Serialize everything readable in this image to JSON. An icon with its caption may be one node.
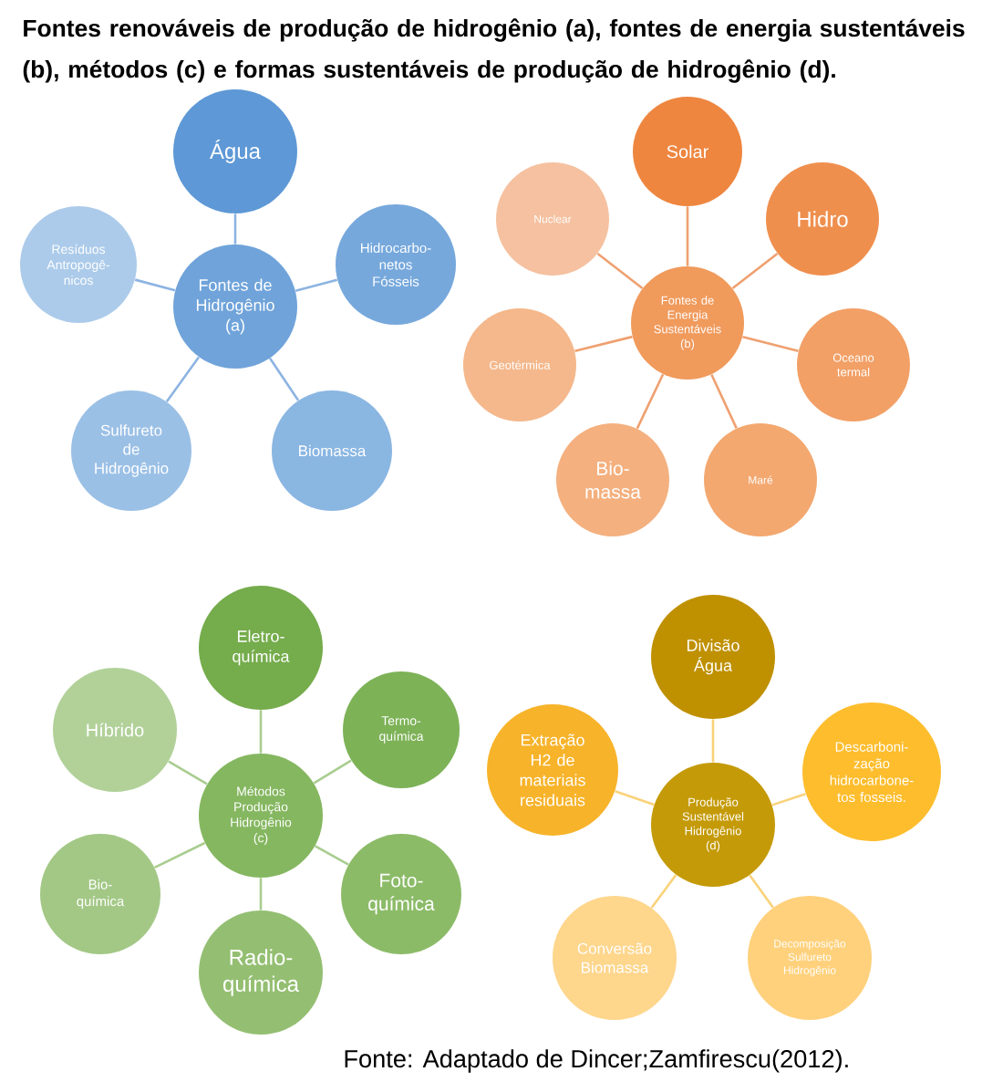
{
  "diagram": {
    "title": "Fontes renováveis de produção de hidrogênio (a), fontes de energia sustentáveis (b), métodos (c) e formas sustentáveis de produção de hidrogênio (d).",
    "caption": "Fonte: Adaptado de Dincer;Zamfirescu(2012).",
    "nodes": [
      {
        "text": [
          "Fontes de Hidrogênio (a)"
        ]
      },
      {
        "text": [
          "Água"
        ]
      },
      {
        "text": [
          "Hidrocarbo- netos Fósseis"
        ]
      },
      {
        "text": [
          "Biomassa"
        ]
      },
      {
        "text": [
          "Sulfureto de Hidrogênio"
        ]
      },
      {
        "text": [
          "Resíduos Antropogê- nicos"
        ]
      },
      {
        "text": [
          "Fontes de Energia Sustentáveis (b)"
        ]
      },
      {
        "text": [
          "Solar"
        ]
      },
      {
        "text": [
          "Hidro"
        ]
      },
      {
        "text": [
          "Oceano termal"
        ]
      },
      {
        "text": [
          "Maré"
        ]
      },
      {
        "text": [
          "Bio- massa"
        ]
      },
      {
        "text": [
          "Geotérmica"
        ]
      },
      {
        "text": [
          "Nuclear"
        ]
      },
      {
        "text": [
          "Métodos Produção Hidrogênio (c)"
        ]
      },
      {
        "text": [
          "Eletro- química"
        ]
      },
      {
        "text": [
          "Termo- química"
        ]
      },
      {
        "text": [
          "Foto- química"
        ]
      },
      {
        "text": [
          "Radio- química"
        ]
      },
      {
        "text": [
          "Bio- química"
        ]
      },
      {
        "text": [
          "Híbrido"
        ]
      },
      {
        "text": [
          "Produção Sustentável Hidrogênio (d)"
        ]
      },
      {
        "text": [
          "Divisão Água"
        ]
      },
      {
        "text": [
          "Descarboni- zação hidrocarbone- tos fosseis."
        ]
      },
      {
        "text": [
          "Decomposição Sulfureto Hidrogênio"
        ]
      },
      {
        "text": [
          "Conversão Biomassa"
        ]
      },
      {
        "text": [
          "Extração H2 de materiais residuais"
        ]
      }
    ],
    "edges": [
      {
        "from": 0,
        "to": 1,
        "arrow": "none",
        "color": "#8db4e2"
      },
      {
        "from": 0,
        "to": 2,
        "arrow": "none",
        "color": "#8db4e2"
      },
      {
        "from": 0,
        "to": 3,
        "arrow": "none",
        "color": "#8db4e2"
      },
      {
        "from": 0,
        "to": 4,
        "arrow": "none",
        "color": "#8db4e2"
      },
      {
        "from": 0,
        "to": 5,
        "arrow": "none",
        "color": "#8db4e2"
      },
      {
        "from": 6,
        "to": 7,
        "arrow": "none"
      },
      {
        "from": 6,
        "to": 8,
        "arrow": "none"
      },
      {
        "from": 6,
        "to": 9,
        "arrow": "none"
      },
      {
        "from": 6,
        "to": 10,
        "arrow": "none"
      },
      {
        "from": 6,
        "to": 11,
        "arrow": "none"
      },
      {
        "from": 6,
        "to": 12,
        "arrow": "none"
      },
      {
        "from": 6,
        "to": 13,
        "arrow": "none"
      },
      {
        "from": 14,
        "to": 15,
        "arrow": "none",
        "color": "#a9cd90"
      },
      {
        "from": 14,
        "to": 16,
        "arrow": "none",
        "color": "#a9cd90"
      },
      {
        "from": 14,
        "to": 17,
        "arrow": "none",
        "color": "#a9cd90"
      },
      {
        "from": 14,
        "to": 18,
        "arrow": "none",
        "color": "#a9cd90"
      },
      {
        "from": 14,
        "to": 19,
        "arrow": "none",
        "color": "#a9cd90"
      },
      {
        "from": 14,
        "to": 20,
        "arrow": "none",
        "color": "#a9cd90"
      },
      {
        "from": 21,
        "to": 22,
        "arrow": "none",
        "color": "#f9d27a"
      },
      {
        "from": 21,
        "to": 23,
        "arrow": "none",
        "color": "#f9d27a"
      },
      {
        "from": 21,
        "to": 24,
        "arrow": "none",
        "color": "#f9d27a"
      },
      {
        "from": 21,
        "to": 25,
        "arrow": "none",
        "color": "#f9d27a"
      },
      {
        "from": 21,
        "to": 26,
        "arrow": "none",
        "color": "#f9d27a"
      }
    ]
  }
}
